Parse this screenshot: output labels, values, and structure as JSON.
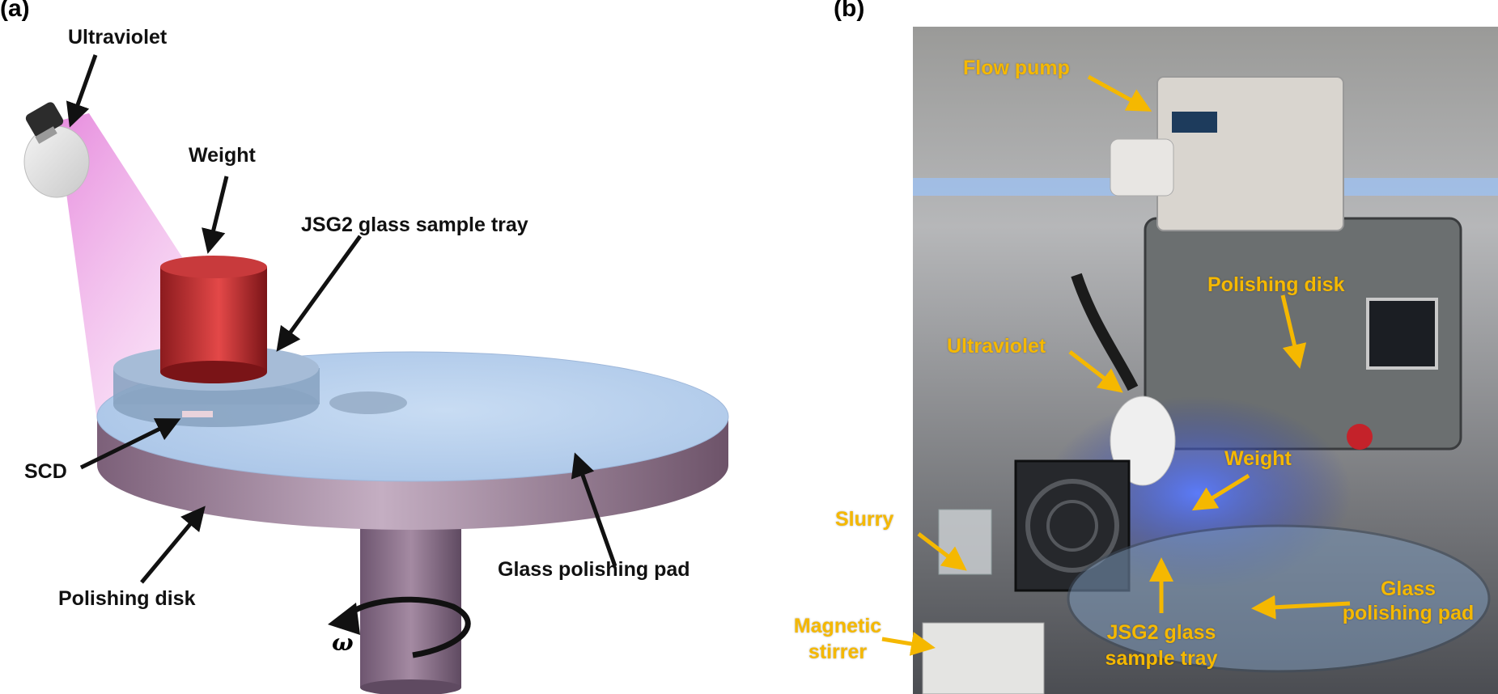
{
  "panel_a": {
    "label": "(a)",
    "labels": {
      "ultraviolet": "Ultraviolet",
      "weight": "Weight",
      "tray": "JSG2 glass sample tray",
      "scd": "SCD",
      "polishing_disk": "Polishing disk",
      "glass_pad": "Glass polishing pad",
      "omega": "ω"
    }
  },
  "panel_b": {
    "label": "(b)",
    "labels": {
      "flow_pump": "Flow pump",
      "polishing_disk": "Polishing disk",
      "ultraviolet": "Ultraviolet",
      "weight": "Weight",
      "slurry": "Slurry",
      "glass_pad_line1": "Glass",
      "glass_pad_line2": "polishing pad",
      "magnetic_line1": "Magnetic",
      "magnetic_line2": "stirrer",
      "tray_line1": "JSG2 glass",
      "tray_line2": "sample tray"
    }
  },
  "colors": {
    "annotation_dark": "#111111",
    "annotation_amber": "#f5b800",
    "weight_red": "#d93a3a",
    "disk_purple": "#8a6e85",
    "pad_blue": "#b7d0ee",
    "uv_glow": "#e98be0"
  }
}
